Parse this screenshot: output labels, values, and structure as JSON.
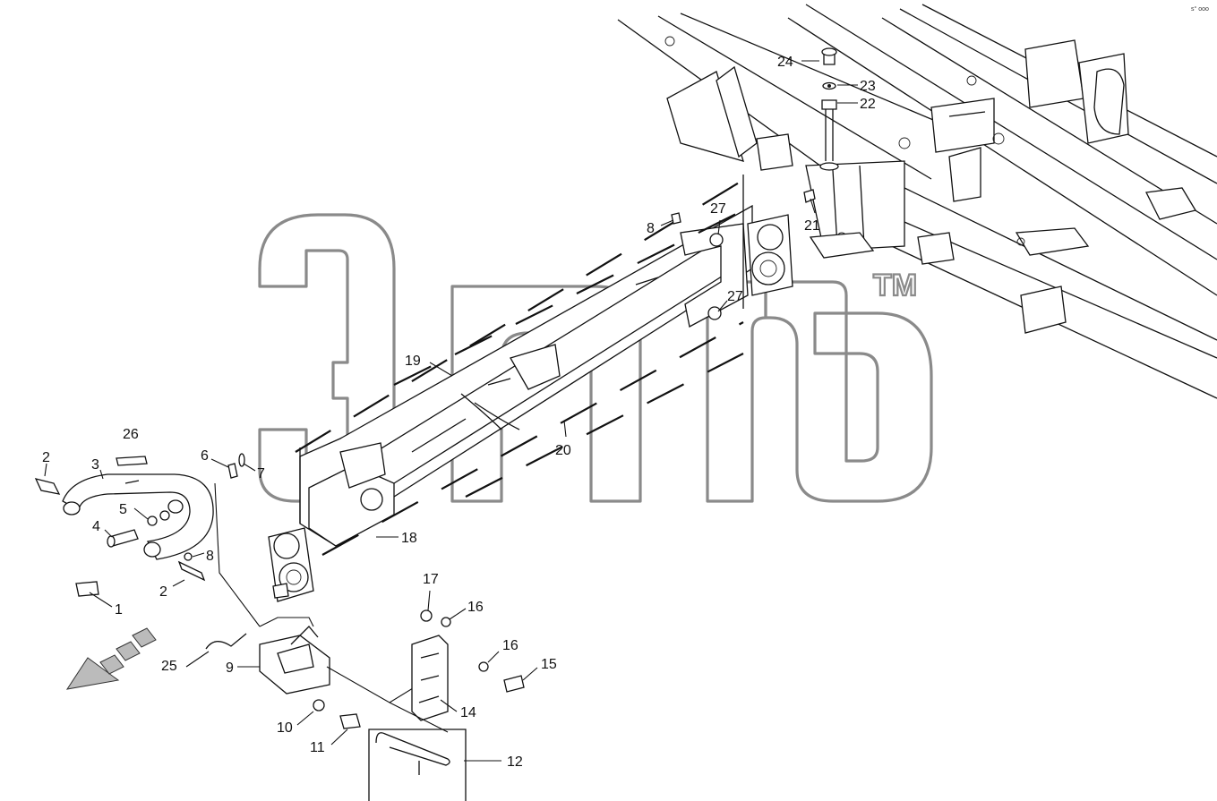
{
  "diagram": {
    "corner_mark": "s° ooo",
    "watermark": {
      "text": "энб",
      "trademark": "TM"
    },
    "callouts": [
      {
        "id": "c24",
        "text": "24"
      },
      {
        "id": "c23",
        "text": "23"
      },
      {
        "id": "c22",
        "text": "22"
      },
      {
        "id": "c21",
        "text": "21"
      },
      {
        "id": "c8a",
        "text": "8"
      },
      {
        "id": "c27a",
        "text": "27"
      },
      {
        "id": "c27b",
        "text": "27"
      },
      {
        "id": "c19",
        "text": "19"
      },
      {
        "id": "c20",
        "text": "20"
      },
      {
        "id": "c18",
        "text": "18"
      },
      {
        "id": "c26",
        "text": "26"
      },
      {
        "id": "c2a",
        "text": "2"
      },
      {
        "id": "c3",
        "text": "3"
      },
      {
        "id": "c6",
        "text": "6"
      },
      {
        "id": "c7",
        "text": "7"
      },
      {
        "id": "c5",
        "text": "5"
      },
      {
        "id": "c4",
        "text": "4"
      },
      {
        "id": "c8b",
        "text": "8"
      },
      {
        "id": "c2b",
        "text": "2"
      },
      {
        "id": "c1",
        "text": "1"
      },
      {
        "id": "c17",
        "text": "17"
      },
      {
        "id": "c16a",
        "text": "16"
      },
      {
        "id": "c16b",
        "text": "16"
      },
      {
        "id": "c15",
        "text": "15"
      },
      {
        "id": "c14",
        "text": "14"
      },
      {
        "id": "c25",
        "text": "25"
      },
      {
        "id": "c9",
        "text": "9"
      },
      {
        "id": "c10",
        "text": "10"
      },
      {
        "id": "c11",
        "text": "11"
      },
      {
        "id": "c12",
        "text": "12"
      }
    ]
  }
}
